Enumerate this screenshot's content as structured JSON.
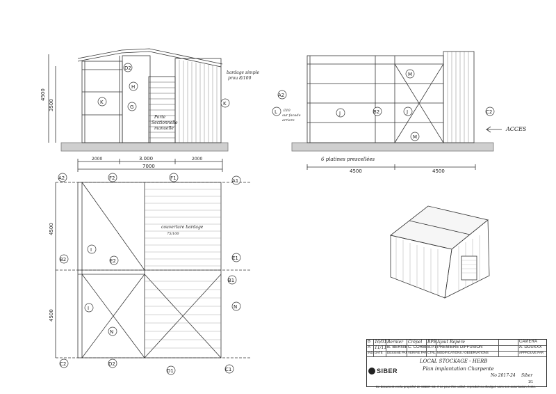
{
  "dimensions": {
    "front_height_total": "4500",
    "front_height_side": "3500",
    "front_bottom_total": "7000",
    "front_bottom_left": "2000",
    "front_bottom_mid": "3.000",
    "front_bottom_right": "2000",
    "side_left_width": "4500",
    "side_right_width": "4500",
    "plan_top_depth": "4500",
    "plan_bottom_depth": "4500"
  },
  "labels": {
    "A1": "A1",
    "A2": "A2",
    "B1": "B1",
    "B2": "B2",
    "C1": "C1",
    "C2": "C2",
    "D1": "D1",
    "D2": "D2",
    "E1": "E1",
    "E2": "E2",
    "F1": "F1",
    "F2": "F2",
    "G": "G",
    "H": "H",
    "I": "I",
    "J": "J",
    "K": "K",
    "L": "L",
    "M": "M",
    "N": "N"
  },
  "annotations": {
    "bardage": "bardage simple",
    "bardage_sub": "prou 8/100",
    "porte_1": "Porte",
    "porte_2": "Sectionnelle",
    "porte_3": "manuelle",
    "acces": "ACCES",
    "platines": "6 platines prescellées",
    "couverture": "couverture bardage",
    "couverture_sub": "75/100",
    "l_note_1": "∅10",
    "l_note_2": "sur facade",
    "l_note_3": "arriere"
  },
  "title_block": {
    "rows": [
      [
        "B",
        "16/01/16",
        "Bernier",
        "Crépel",
        "BPE",
        "Ajout Repère",
        "",
        "CAVIERA"
      ],
      [
        "A",
        "11/11/16",
        "B. BERNIER",
        "C. CORBEIL",
        "B.P.D",
        "PREMIERE DIFFUSION",
        "",
        "A. DOUXXX"
      ],
      [
        "INDICE",
        "DATE",
        "DESSINE PAR",
        "VERIFIE PAR",
        "CTRLE",
        "MODIFICATIONS / OBSERVATIONS",
        "",
        "APPROUVE PAR"
      ]
    ],
    "project": "LOCAL STOCKAGE - HERB",
    "subject": "Plan implantation Charpente",
    "ref": "No 2017-24",
    "client": "Siber",
    "scale": "1/1",
    "company": "SIBER",
    "footer": "Ce document est la propriété de SIBER SE. Il ne peut être utilisé, reproduit ou divulgué sans son autorisation écrite."
  }
}
